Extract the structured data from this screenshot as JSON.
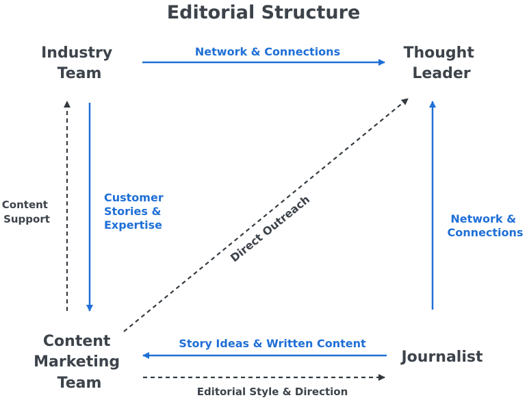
{
  "title": "Editorial Structure",
  "nodes": {
    "industry_team": [
      "Industry",
      "Team"
    ],
    "thought_leader": [
      "Thought",
      "Leader"
    ],
    "content_marketing_team": [
      "Content",
      "Marketing",
      "Team"
    ],
    "journalist": [
      "Journalist"
    ]
  },
  "edges": {
    "industry_to_thought": [
      "Network & Connections"
    ],
    "industry_to_content": [
      "Customer",
      "Stories &",
      "Expertise"
    ],
    "content_to_industry": [
      "Content",
      "Support"
    ],
    "content_to_thought": [
      "Direct Outreach"
    ],
    "journalist_to_thought": [
      "Network &",
      "Connections"
    ],
    "journalist_to_content": [
      "Story Ideas & Written Content"
    ],
    "content_to_journalist": [
      "Editorial Style & Direction"
    ]
  },
  "colors": {
    "blue": "#1f6fd6",
    "dark": "#333a40",
    "text": "#3d434a"
  }
}
